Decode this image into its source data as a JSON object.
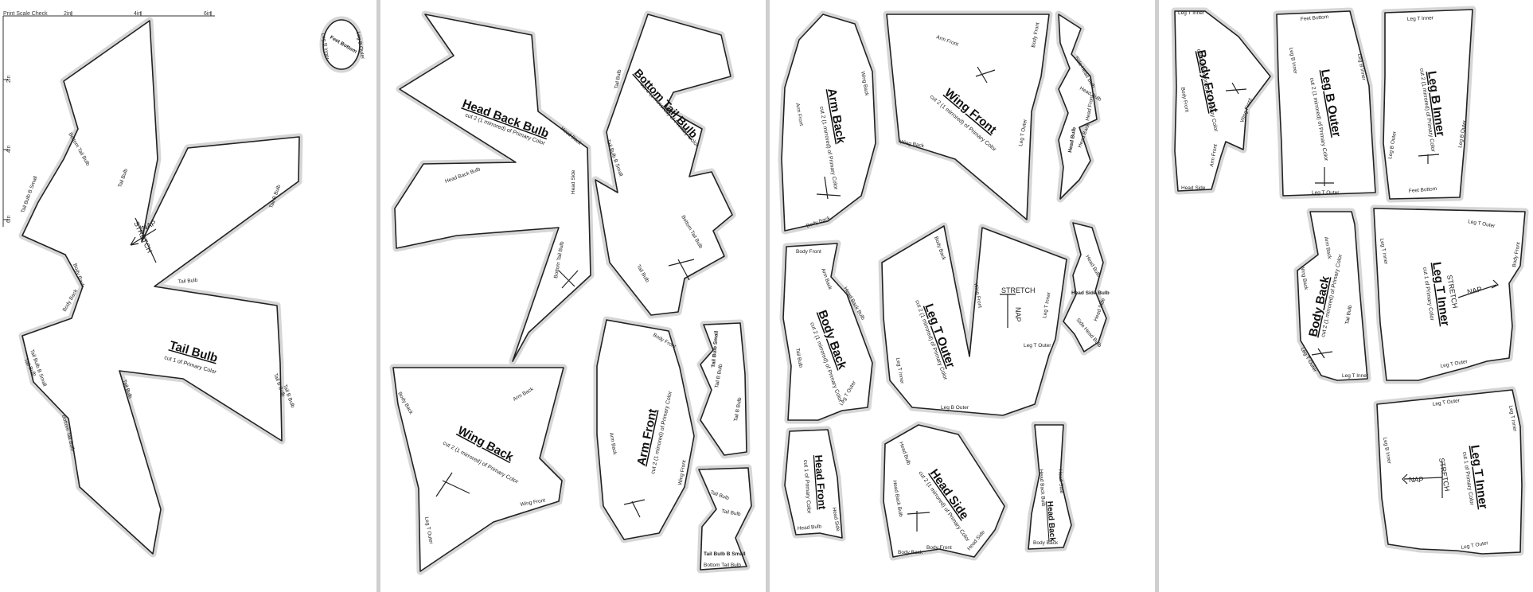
{
  "ruler": {
    "caption": "Print Scale Check",
    "marks_h": [
      "2in",
      "4in",
      "6in"
    ],
    "marks_v": [
      "2in",
      "4in",
      "6in"
    ]
  },
  "common": {
    "cut_once": "cut 1 of Primary Color",
    "cut_twice": "cut 2 (1 mirrored) of Primary Color",
    "nap": "NAP",
    "stretch": "STRETCH"
  },
  "pieces": [
    {
      "title": "Tail Bulb",
      "cut": "cut 1 of Primary Color",
      "edges": [
        "Tail Bulb",
        "Tail B Bulb",
        "Bottom Tail Bulb",
        "Body Back",
        "Body Back",
        "Tail Bulb",
        "Tail B Bulb",
        "Tail Bulb",
        "Bottom Tail Bulb",
        "Tail Bulb B Small",
        "Tail Bulb B Small",
        "Tail B Bulb",
        "Tail Bulb"
      ]
    },
    {
      "title": "Feet Bottom",
      "cut": "",
      "edges": [
        "Leg B Inner",
        "Leg B Outer"
      ]
    },
    {
      "title": "Head Back Bulb",
      "cut": "cut 2 (1 mirrored) of Primary Color",
      "edges": [
        "Head Back Bulb",
        "Head Back",
        "Bottom Tail Bulb"
      ]
    },
    {
      "title": "Bottom Tail Bulb",
      "cut": "cut 2 (1 mirrored) of Primary Color",
      "edges": [
        "Tail Bulb",
        "Tail Bulb B Small",
        "Head Side",
        "Bottom Tail Bulb",
        "Tail Bulb",
        "Bottom Tail Bulb"
      ]
    },
    {
      "title": "Wing Back",
      "cut": "cut 2 (1 mirrored) of Primary Color",
      "edges": [
        "Arm Back",
        "Body Back",
        "Leg T Outer",
        "Wing Front"
      ]
    },
    {
      "title": "Arm Front",
      "cut": "cut 2 (1 mirrored) of Primary Color",
      "edges": [
        "Body Front",
        "Arm Back",
        "Wing Front"
      ]
    },
    {
      "title": "Tail Bulb Small",
      "cut": "",
      "edges": [
        "Tail B Bulb",
        "Tail B Bulb",
        "Tail Bulb"
      ]
    },
    {
      "title": "Tail Bulb B Small",
      "cut": "",
      "edges": [
        "Bottom Tail Bulb",
        "Tail Bulb",
        "Tail Bulb"
      ]
    },
    {
      "title": "Arm Back",
      "cut": "cut 2 (1 mirrored) of Primary Color",
      "edges": [
        "Wing Back",
        "Arm Front",
        "Body Back"
      ]
    },
    {
      "title": "Wing Front",
      "cut": "cut 2 (1 mirrored) of Primary Color",
      "edges": [
        "Arm Front",
        "Wing Back",
        "Leg T Outer",
        "Body Front"
      ]
    },
    {
      "title": "Head Bulb",
      "cut": "",
      "edges": [
        "Head Bulb",
        "Head Front",
        "Head Back",
        "Side Head Bulb"
      ]
    },
    {
      "title": "Body Back",
      "cut": "cut 2 (1 mirrored) of Primary Color",
      "edges": [
        "Body Front",
        "Arm Back",
        "Tail Bulb",
        "Leg T Outer",
        "Head Back Bulb"
      ]
    },
    {
      "title": "Leg T Outer",
      "cut": "cut 2 (1 mirrored) of Primary Color",
      "edges": [
        "Body Back",
        "Wing Front",
        "Leg T Inner",
        "Leg B Outer",
        "Leg T Inner",
        "Leg T Outer"
      ]
    },
    {
      "title": "Head Side Bulb",
      "cut": "",
      "edges": [
        "Head Bulb",
        "Head Side",
        "Side Head Bulb"
      ]
    },
    {
      "title": "Head Front",
      "cut": "cut 1 of Primary Color",
      "edges": [
        "Head Bulb",
        "Head Side"
      ]
    },
    {
      "title": "Head Side",
      "cut": "cut 2 (1 mirrored) of Primary Color",
      "edges": [
        "Head Back Bulb",
        "Body Back",
        "Body Front",
        "Head Side",
        "Head Bulb"
      ]
    },
    {
      "title": "Head Back",
      "cut": "cut 1 of Primary Color",
      "edges": [
        "Head Back Bulb",
        "Head Side",
        "Body Back"
      ]
    },
    {
      "title": "Body Front",
      "cut": "cut 2 (1 mirrored) of Primary Color",
      "edges": [
        "Leg T Inner",
        "Body Front",
        "Wing Front",
        "Arm Front",
        "Head Side"
      ]
    },
    {
      "title": "Leg B Outer",
      "cut": "cut 2 (1 mirrored) of Primary Color",
      "edges": [
        "Feet Bottom",
        "Leg B Inner",
        "Leg B Inner",
        "Leg T Outer"
      ]
    },
    {
      "title": "Leg B Inner",
      "cut": "cut 2 (1 mirrored) of Primary Color",
      "edges": [
        "Leg T Inner",
        "Leg B Outer",
        "Feet Bottom",
        "Leg B Outer"
      ]
    },
    {
      "title": "Body Back",
      "cut": "cut 2 (1 mirrored) of Primary Color",
      "edges": [
        "Arm Back",
        "Wing Back",
        "Tail Bulb",
        "Leg T Outer",
        "Leg T Inner"
      ]
    },
    {
      "title": "Leg T Inner",
      "cut": "cut 1 of Primary Color",
      "edges": [
        "Leg T Outer",
        "Leg T Inner",
        "Leg T Outer",
        "Body Front"
      ]
    },
    {
      "title": "Leg T Inner",
      "cut": "cut 1 of Primary Color",
      "edges": [
        "Leg T Outer",
        "Leg B Inner",
        "Leg T Outer",
        "Leg T Inner"
      ]
    }
  ]
}
